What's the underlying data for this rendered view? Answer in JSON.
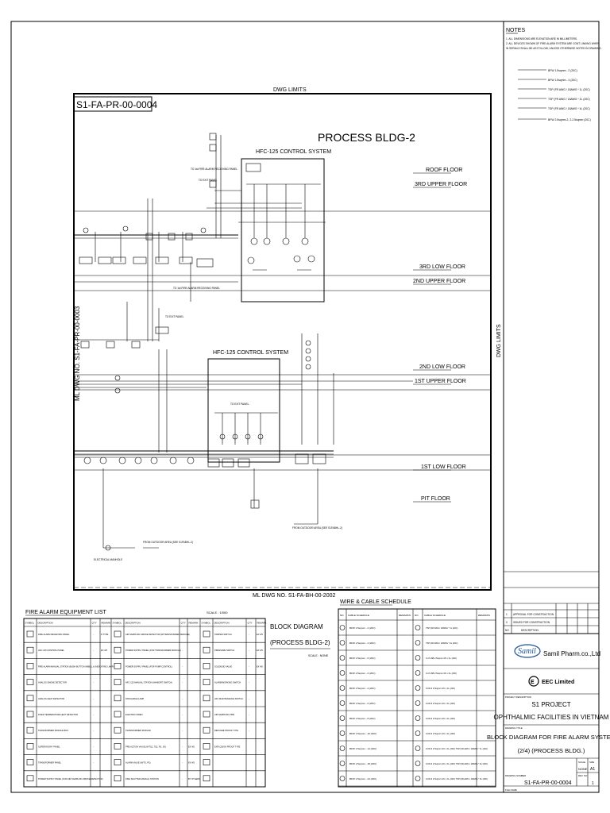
{
  "sheet": {
    "drawing_title": "S1-FA-PR-00-0004",
    "building_title": "PROCESS BLDG-2",
    "dwg_limits": "DWG LIMITS",
    "dwg_limits_right": "DWG LIMITS",
    "match_line_left": "ML DWG NO. S1-FA-PR-00-0003",
    "match_line_bottom": "ML DWG NO. S1-FA-BH-00-2002"
  },
  "notes": {
    "title": "NOTES",
    "items": [
      "1. ALL DIMENSIONS ARE ELEVATION ARE IN MILLIMETERS.",
      "2. ALL DEVICES SHOWN OF FIRE ALARM SYSTEM ARE CONT LINKING WHEN",
      "IN SERIALS SHALL BE AS FOLLOW, UNLESS OTHERWISE NOTED IN DRAWING."
    ],
    "legend": [
      "BFW 1.5sqmm - 2 (20C)",
      "BFW 1.5sqmm - 4 (20C)",
      "TSP (FR AWG / 18AWG * 1L (20C)",
      "TSP (FR AWG / 18AWG * 2L (20C)",
      "TSP (FR AWG / 18AWG * 4L (20C)",
      "BFW 2.5sqmm-2, 2-2.5sqmm (20C)"
    ]
  },
  "diagram": {
    "control_system_top": "HFC-125 CONTROL SYSTEM",
    "control_system_mid": "HFC-125 CONTROL SYSTEM",
    "floors": [
      "ROOF FLOOR",
      "3RD UPPER FLOOR",
      "3RD LOW FLOOR",
      "2ND UPPER FLOOR",
      "2ND LOW FLOOR",
      "1ST UPPER FLOOR",
      "1ST LOW FLOOR",
      "PIT FLOOR"
    ],
    "labels": [
      "TO 1st FIRE ALARM RECEIVING PANEL",
      "TO 1st FIRE ALARM RECEIVING PANEL",
      "TO EXIT PANEL",
      "TO EXIT PANEL",
      "TO EXIT PANEL",
      "FROM OUTDOOR AREA (SEE S1FABHL-2)",
      "FROM OUTDOOR AREA (SEE S1FABHL-2)",
      "ELECTRICAL MANHOLE"
    ]
  },
  "equipment_list": {
    "title": "FIRE ALARM EQUIPMENT LIST",
    "scale": "SCALE : 1/000",
    "headers": [
      "SYMBOL",
      "DESCRIPTION",
      "Q'TY",
      "REMARK",
      "SYMBOL",
      "DESCRIPTION",
      "Q'TY",
      "REMARK",
      "SYMBOL",
      "DESCRIPTION",
      "Q'TY",
      "REMARK"
    ],
    "rows": [
      [
        "FIRE ALARM RECEIVING PANEL",
        "-",
        "P-TYPE",
        "AIR SAMPLING SMOKE DETECTOR (W/TRANSFORMER MODULE)",
        "-",
        "",
        "TAMPER SWITCH",
        "-",
        "EX 4/5"
      ],
      [
        "HFC-125 CONTROL PANEL",
        "-",
        "EX 4/5",
        "POWER SUPPLY PANEL (FOR TRANSFORMER MODULE)",
        "-",
        "",
        "PRESSURE SWITCH",
        "-",
        "EX 4/5"
      ],
      [
        "FIRE ALARM MANUAL STATION (BUSH BUTTON W/BELL & INDICATING LAMP)",
        "-",
        "",
        "POWER SUPPLY PANEL (FOR PUMP CONTROL)",
        "-",
        "",
        "SOLENOID VALVE",
        "-",
        "EX 4/5"
      ],
      [
        "ANALOG SMOKE DETECTOR",
        "-",
        "",
        "HFC-125 MANUAL STATION (W/ABORT SWITCH)",
        "-",
        "",
        "ALARM/WORKING SWITCH",
        "-",
        ""
      ],
      [
        "ANALOG HEAT DETECTOR",
        "-",
        "",
        "DISCHARGE LAMP",
        "-",
        "",
        "HFC MAINTENANCE SWITCH",
        "-",
        ""
      ],
      [
        "FIXED TEMPERATURE HEAT DETECTOR",
        "-",
        "",
        "ELECTRIC SIREN",
        "-",
        "",
        "AIR SAMPLING PIPE",
        "-",
        ""
      ],
      [
        "TRANSFORMER MODULE BOX",
        "-",
        "",
        "TRANSFORMER MODULE",
        "-",
        "",
        "REFUGEE PROOF TYPE",
        "-",
        ""
      ],
      [
        "SUPERVISORY PANEL",
        "-",
        "",
        "PRE-ACTION VALVE (W/TS1, TS2, PS, SV)",
        "-",
        "EX 4/5",
        "EXPLOSION PROOF TYPE",
        "",
        ""
      ],
      [
        "TRANSFORMER PANEL",
        "-",
        "",
        "ALARM VALVE (W/TS, PS)",
        "-",
        "EX 4/5",
        "",
        "",
        ""
      ],
      [
        "POWER SUPPLY PANEL (FOR AIR SAMPLING SMOKE DETECTOR)",
        "-",
        "",
        "FIRE SHUTTER MANUAL STATION",
        "-",
        "BY OTHERS",
        "",
        "",
        ""
      ]
    ]
  },
  "block_diagram_label": {
    "line1": "BLOCK DIAGRAM",
    "line2": "(PROCESS BLDG-2)",
    "scale": "SCALE : NONE"
  },
  "wire_schedule": {
    "title": "WIRE & CABLE SCHEDULE",
    "headers": [
      "NO.",
      "CABLE SCHEDULE",
      "REMARKS",
      "NO.",
      "CABLE SCHEDULE",
      "REMARKS"
    ],
    "rows": [
      [
        "BFW 1.5sqmm - 2 (20C)",
        "TSP (FR AWG / 18AWG * 1L (20C)"
      ],
      [
        "BFW 1.5sqmm - 4 (20C)",
        "TSP (FR AWG / 18AWG * 2L (20C)"
      ],
      [
        "BFW 1.5sqmm - 6 (20C)",
        "F-CV-SB 2.5sqmm /3C x 1L (20C)"
      ],
      [
        "BFW 1.5sqmm - 2 (20C)",
        "F-CV-SB 2.5sqmm /3C x 1L (20C)"
      ],
      [
        "BFW 1.5sqmm - 4 (20C)",
        "F-FR-3 2.5sqmm /2C x 1L (20C)"
      ],
      [
        "BFW 1.5sqmm - 6 (20C)",
        "F-FR-3 2.5sqmm /2C x 1L (20C)"
      ],
      [
        "BFW 1.5sqmm - 8 (20C)",
        "F-FR-3 2.5sqmm /2C x 1L (20C)"
      ],
      [
        "BFW 1.5sqmm - 10 (20C)",
        "F-FR-3 2.5sqmm /2C x 1L (20C)"
      ],
      [
        "BFW 1.5sqmm - 14 (20C)",
        "F-FR-3 2.5sqmm /2C x 1L (20C) TSP (FR AWG / 18AWG * 1L (20C)"
      ],
      [
        "BFW 1.5sqmm - 18 (20C)",
        "F-FR-3 2.5sqmm /2C x 1L (20C) TSP (FR AWG / 18AWG * 2L (20C)"
      ],
      [
        "BFW 1.5sqmm - 24 (20C)",
        "F-FR-3 2.5sqmm /2C x 1L (20C) TSP (FR AWG / 18AWG * 2L (20C)"
      ]
    ]
  },
  "title_block": {
    "revisions": [
      [
        "1",
        "APPROVAL FOR CONSTRUCTION"
      ],
      [
        "0",
        "ISSUED FOR CONSTRUCTION"
      ],
      [
        "NO",
        "DESCRIPTION"
      ]
    ],
    "owner": "Samil Pharm.co.,Ltd",
    "contractor": "EEC Limited",
    "project_caption": "PROJECT DESCRIPTION",
    "project_line1": "S1 PROJECT",
    "project_line2": "OPHTHALMIC FACILITIES IN VIETNAM",
    "drawing_caption": "DRAWING TITLE",
    "drawing_line1": "BLOCK DIAGRAM FOR FIRE ALARM SYSTEM",
    "drawing_line2": "(2/4) (PROCESS BLDG.)",
    "scale_label": "SCALE",
    "scale_value": "NONE",
    "size_label": "SIZE",
    "size_value": "A1",
    "drawing_number_label": "DRAWING NUMBER",
    "drawing_number": "S1-FA-PR-00-0004",
    "rev_label": "REV. NO.",
    "rev_value": "1",
    "file_label": "FILE NAME"
  }
}
